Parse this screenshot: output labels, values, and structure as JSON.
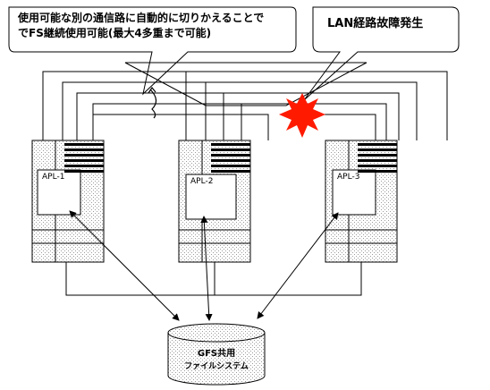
{
  "callouts": {
    "left_line1": "使用可能な別の通信路に自動的に切りかえることで",
    "left_line2": "でFS継続使用可能(最大4多重まで可能)",
    "right": "LAN経路故障発生"
  },
  "servers": [
    {
      "label": "APL-1"
    },
    {
      "label": "APL-2"
    },
    {
      "label": "APL-3"
    }
  ],
  "storage": {
    "line1": "GFS共用",
    "line2": "ファイルシステム"
  },
  "colors": {
    "fault_burst": "#ff1a00",
    "shade": "#c8c8c8",
    "line": "#000000"
  }
}
